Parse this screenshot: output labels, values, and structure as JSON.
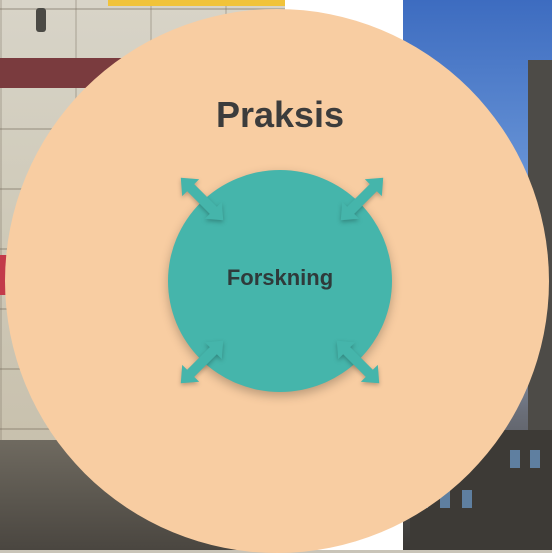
{
  "diagram": {
    "outer_label": "Praksis",
    "inner_label": "Forskning",
    "colors": {
      "outer_fill": "#f8cda2",
      "inner_fill": "#45b5ab",
      "arrow": "#45b5ab",
      "text": "#3c3c3c"
    },
    "arrows": [
      "arrow-top-left",
      "arrow-top-right",
      "arrow-bottom-left",
      "arrow-bottom-right"
    ]
  }
}
